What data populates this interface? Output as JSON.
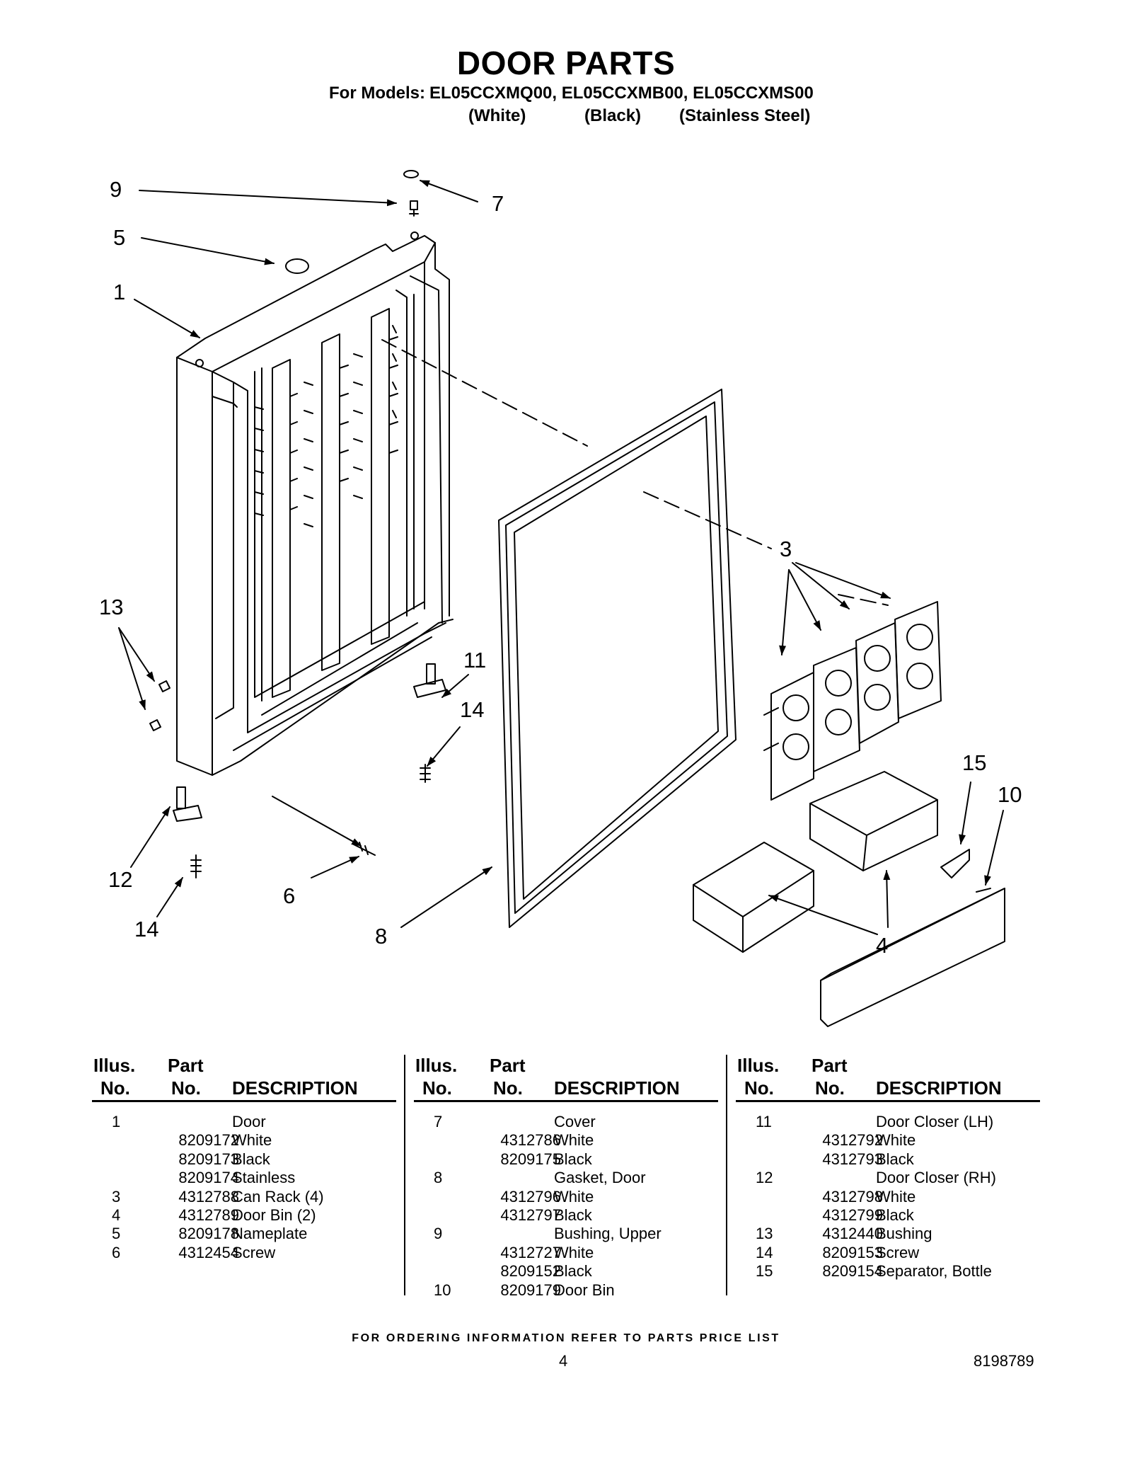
{
  "header": {
    "title": "DOOR PARTS",
    "models_prefix": "For Models:",
    "models": "EL05CCXMQ00, EL05CCXMB00, EL05CCXMS00",
    "colors": [
      "(White)",
      "(Black)",
      "(Stainless Steel)"
    ]
  },
  "callouts": {
    "c9": "9",
    "c7": "7",
    "c5": "5",
    "c1": "1",
    "c3": "3",
    "c13": "13",
    "c11": "11",
    "c14a": "14",
    "c15": "15",
    "c10": "10",
    "c12": "12",
    "c14b": "14",
    "c6": "6",
    "c8": "8",
    "c4": "4"
  },
  "table_headers": {
    "illus_top": "Illus.",
    "illus_bottom": "No.",
    "part_top": "Part",
    "part_bottom": "No.",
    "description": "DESCRIPTION"
  },
  "parts_columns": [
    [
      {
        "illus": "1",
        "part": "",
        "desc": "Door"
      },
      {
        "illus": "",
        "part": "8209172",
        "desc": "White"
      },
      {
        "illus": "",
        "part": "8209173",
        "desc": "Black"
      },
      {
        "illus": "",
        "part": "8209174",
        "desc": "Stainless"
      },
      {
        "illus": "3",
        "part": "4312788",
        "desc": "Can Rack (4)"
      },
      {
        "illus": "4",
        "part": "4312789",
        "desc": "Door Bin (2)"
      },
      {
        "illus": "5",
        "part": "8209178",
        "desc": "Nameplate"
      },
      {
        "illus": "6",
        "part": "4312454",
        "desc": "Screw"
      }
    ],
    [
      {
        "illus": "7",
        "part": "",
        "desc": "Cover"
      },
      {
        "illus": "",
        "part": "4312786",
        "desc": "White"
      },
      {
        "illus": "",
        "part": "8209175",
        "desc": "Black"
      },
      {
        "illus": "8",
        "part": "",
        "desc": "Gasket, Door"
      },
      {
        "illus": "",
        "part": "4312796",
        "desc": "White"
      },
      {
        "illus": "",
        "part": "4312797",
        "desc": "Black"
      },
      {
        "illus": "9",
        "part": "",
        "desc": "Bushing, Upper"
      },
      {
        "illus": "",
        "part": "4312727",
        "desc": "White"
      },
      {
        "illus": "",
        "part": "8209152",
        "desc": "Black"
      },
      {
        "illus": "10",
        "part": "8209179",
        "desc": "Door Bin"
      }
    ],
    [
      {
        "illus": "11",
        "part": "",
        "desc": "Door Closer (LH)"
      },
      {
        "illus": "",
        "part": "4312792",
        "desc": "White"
      },
      {
        "illus": "",
        "part": "4312793",
        "desc": "Black"
      },
      {
        "illus": "12",
        "part": "",
        "desc": "Door Closer (RH)"
      },
      {
        "illus": "",
        "part": "4312798",
        "desc": "White"
      },
      {
        "illus": "",
        "part": "4312799",
        "desc": "Black"
      },
      {
        "illus": "13",
        "part": "4312440",
        "desc": "Bushing"
      },
      {
        "illus": "14",
        "part": "8209153",
        "desc": "Screw"
      },
      {
        "illus": "15",
        "part": "8209154",
        "desc": "Separator, Bottle"
      }
    ]
  ],
  "footer": {
    "note": "FOR ORDERING INFORMATION REFER TO PARTS PRICE LIST",
    "page_number": "4",
    "doc_number": "8198789"
  }
}
